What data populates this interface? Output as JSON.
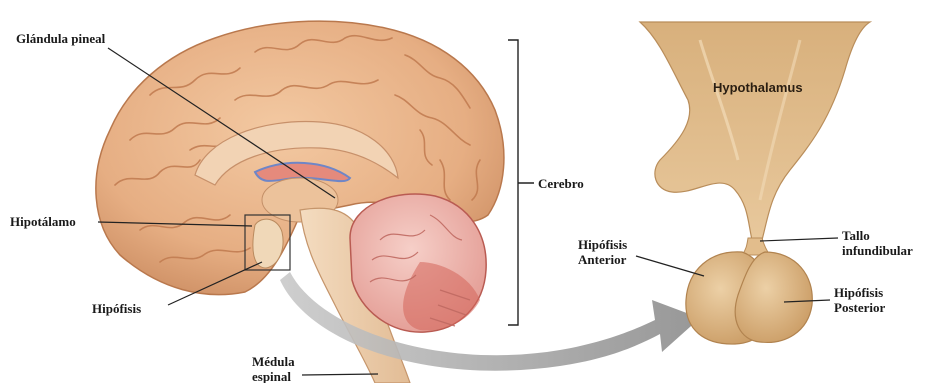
{
  "labels": {
    "pineal": "Glándula pineal",
    "hypothalamus": "Hipotálamo",
    "pituitary": "Hipófisis",
    "spinal_cord": [
      "Médula",
      "espinal"
    ],
    "brain": "Cerebro",
    "hypothalamus_en": "Hypothalamus",
    "anterior_pituitary": [
      "Hipófisis",
      "Anterior"
    ],
    "stalk": [
      "Tallo",
      "infundibular"
    ],
    "posterior_pituitary": [
      "Hipófisis",
      "Posterior"
    ]
  },
  "colors": {
    "cortex": "#e8b48a",
    "cortex_dark": "#c88a5e",
    "cerebellum": "#e9a7a0",
    "cerebellum_dark": "#c45a50",
    "brainstem": "#efcfae",
    "gland": "#d9b07a",
    "arrow": "#9a9a9a",
    "leader": "#222222"
  }
}
